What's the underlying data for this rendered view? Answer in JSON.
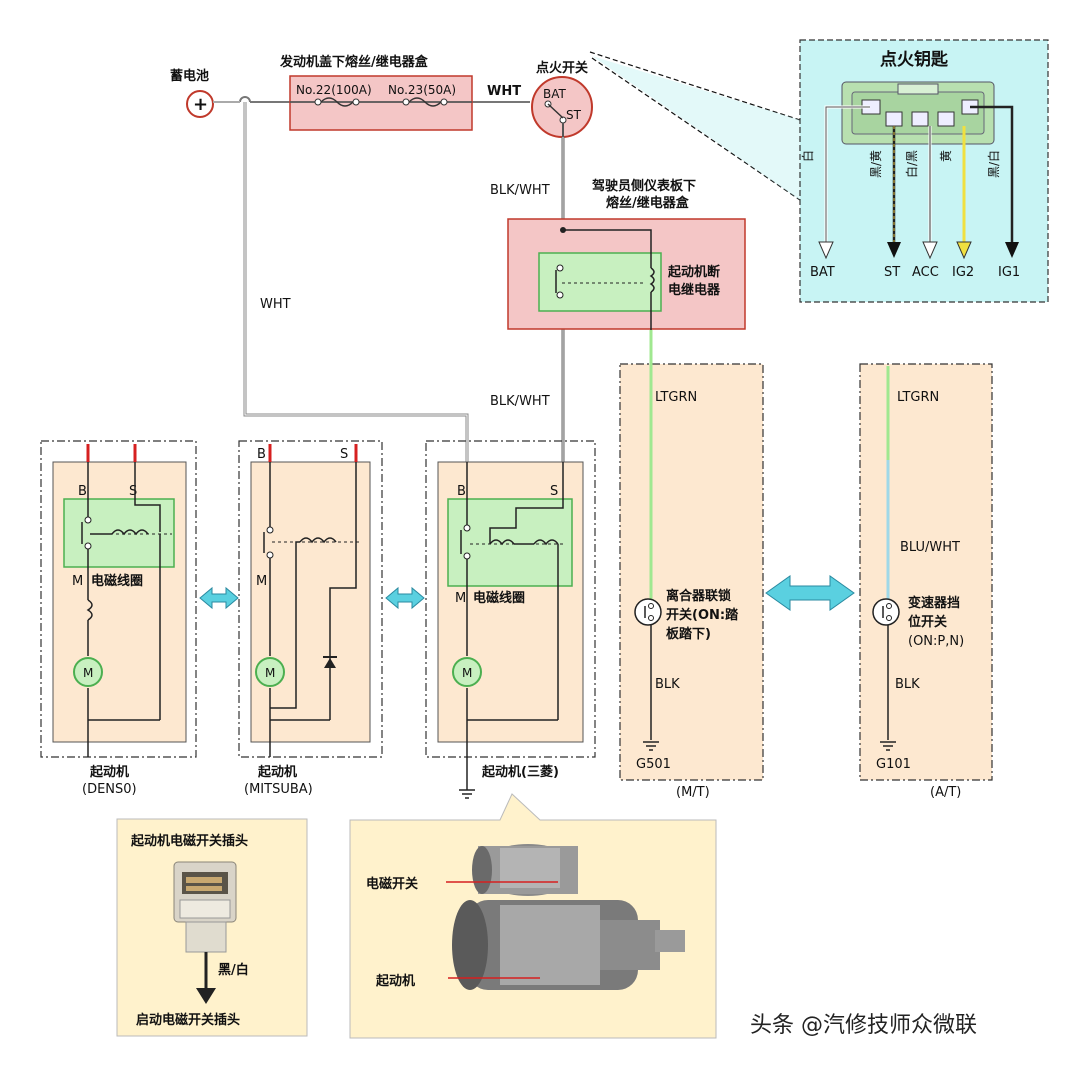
{
  "battery": {
    "label": "蓄电池"
  },
  "fusebox_top": {
    "title": "发动机盖下熔丝/继电器盒",
    "fuse1": "No.22(100A)",
    "fuse2": "No.23(50A)"
  },
  "wires": {
    "wht_top": "WHT",
    "wht_left": "WHT",
    "blkwht_upper": "BLK/WHT",
    "blkwht_lower": "BLK/WHT",
    "ltgrn_mt": "LTGRN",
    "ltgrn_at": "LTGRN",
    "bluwht_at": "BLU/WHT",
    "blk_mt": "BLK",
    "blk_at": "BLK"
  },
  "ignition_switch": {
    "label": "点火开关",
    "bat": "BAT",
    "st": "ST"
  },
  "ignition_key": {
    "title": "点火钥匙",
    "wire_colors": [
      "白",
      "黑/黄",
      "白/黑",
      "黄",
      "黑/白"
    ],
    "terminals": [
      "BAT",
      "ST",
      "ACC",
      "IG2",
      "IG1"
    ]
  },
  "dash_fusebox": {
    "title_l1": "驾驶员侧仪表板下",
    "title_l2": "熔丝/继电器盒",
    "relay_l1": "起动机断",
    "relay_l2": "电继电器"
  },
  "starters": [
    {
      "name": "起动机",
      "sub": "(DENS0)",
      "b": "B",
      "s": "S",
      "m": "M",
      "coil": "电磁线圈",
      "motor": "M"
    },
    {
      "name": "起动机",
      "sub": "(MITSUBA)",
      "b": "B",
      "s": "S",
      "m": "M",
      "motor": "M"
    },
    {
      "name": "起动机(三菱)",
      "sub": "",
      "b": "B",
      "s": "S",
      "m": "M",
      "coil": "电磁线圈",
      "motor": "M"
    }
  ],
  "mt_panel": {
    "sw_l1": "离合器联锁",
    "sw_l2": "开关(ON:踏",
    "sw_l3": "板踏下)",
    "ground": "G501",
    "caption": "(M/T)"
  },
  "at_panel": {
    "sw_l1": "变速器挡",
    "sw_l2": "位开关",
    "sw_l3": "(ON:P,N)",
    "ground": "G101",
    "caption": "(A/T)"
  },
  "connector_photo": {
    "title": "起动机电磁开关插头",
    "wire": "黑/白",
    "bottom": "启动电磁开关插头"
  },
  "starter_photo": {
    "label_solenoid": "电磁开关",
    "label_starter": "起动机"
  },
  "watermark": "头条 @汽修技师众微联",
  "colors": {
    "fuse_box": "#f4c6c6",
    "fuse_border": "#c0392b",
    "relay_inner": "#c8f0c0",
    "panel_bg": "#fde8d0",
    "key_bg": "#c8f4f4",
    "ltgrn": "#a0e890",
    "bluwht": "#9fd8e8",
    "arrow": "#5ad0e0"
  }
}
